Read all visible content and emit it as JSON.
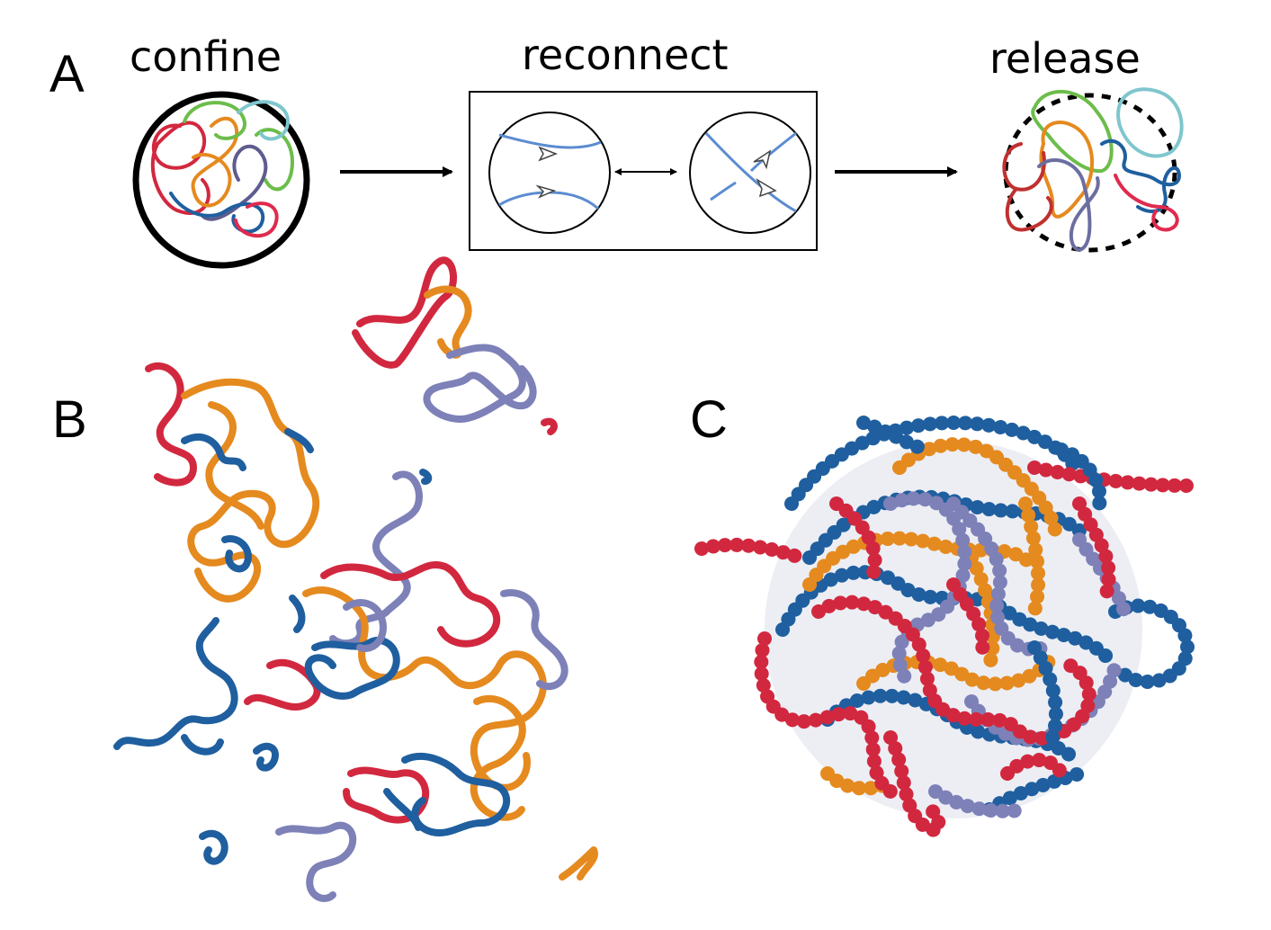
{
  "panels": {
    "a": {
      "letter": "A"
    },
    "b": {
      "letter": "B"
    },
    "c": {
      "letter": "C"
    }
  },
  "steps": {
    "confine": "confine",
    "reconnect": "reconnect",
    "release": "release"
  },
  "colors": {
    "red": "#d2283f",
    "orange": "#e58a1f",
    "blue": "#1f5f9f",
    "lavender": "#7d81b8",
    "green": "#6cbd4b",
    "cyan": "#7fc6cd",
    "strand": "#5b8cd0"
  }
}
